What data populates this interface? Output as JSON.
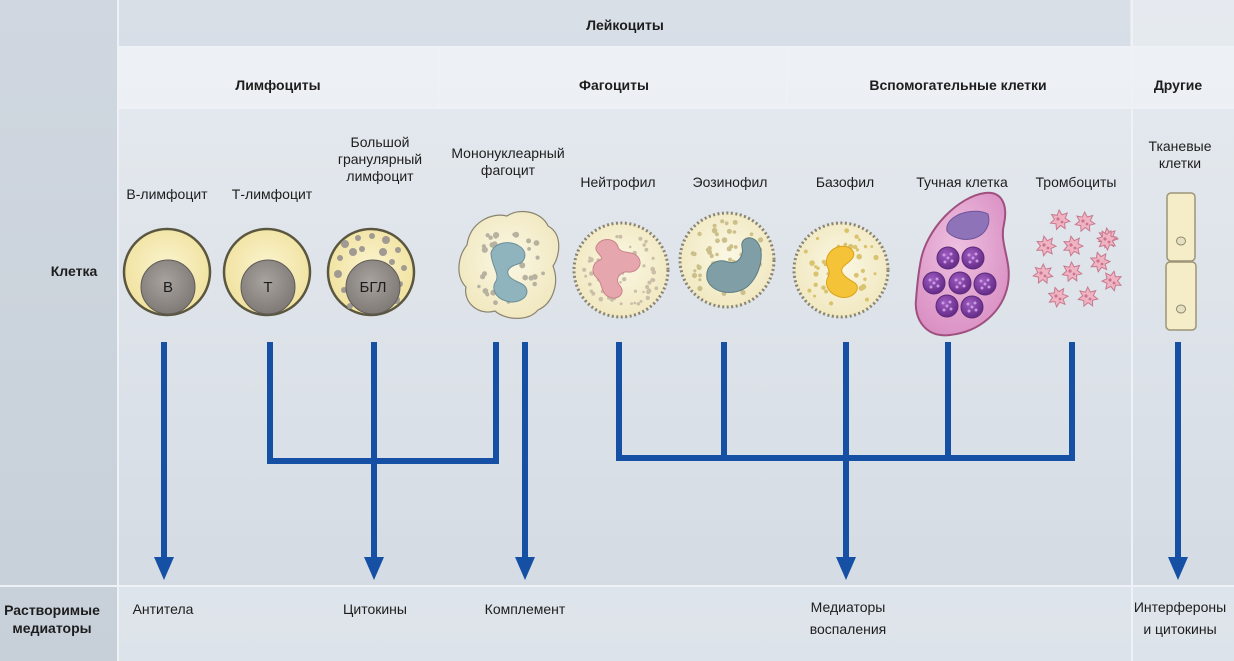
{
  "headers": {
    "top": "Лейкоциты",
    "groups": {
      "lymphocytes": "Лимфоциты",
      "phagocytes": "Фагоциты",
      "auxiliary": "Вспомогательные клетки",
      "other": "Другие"
    }
  },
  "rows": {
    "cell": "Клетка",
    "mediators_line1": "Растворимые",
    "mediators_line2": "медиаторы"
  },
  "cells": {
    "b_lymphocyte": {
      "label": "В-лимфоцит",
      "letter": "В"
    },
    "t_lymphocyte": {
      "label": "Т-лимфоцит",
      "letter": "Т"
    },
    "lgl": {
      "label_line1": "Большой",
      "label_line2": "гранулярный",
      "label_line3": "лимфоцит",
      "letter": "БГЛ"
    },
    "mononuclear": {
      "label_line1": "Мононуклеарный",
      "label_line2": "фагоцит"
    },
    "neutrophil": {
      "label": "Нейтрофил"
    },
    "eosinophil": {
      "label": "Эозинофил"
    },
    "basophil": {
      "label": "Базофил"
    },
    "mast_cell": {
      "label": "Тучная клетка"
    },
    "platelets": {
      "label": "Тромбоциты"
    },
    "tissue_cells": {
      "label_line1": "Тканевые",
      "label_line2": "клетки"
    }
  },
  "mediators": {
    "antibodies": "Антитела",
    "cytokines": "Цитокины",
    "complement": "Комплемент",
    "inflammation_line1": "Медиаторы",
    "inflammation_line2": "воспаления",
    "interferons_line1": "Интерфероны",
    "interferons_line2": "и цитокины"
  },
  "colors": {
    "arrow": "#1650a5",
    "lymph_outer": "#f1e6a8",
    "lymph_nucleus": "#8f8a86",
    "neutrophil_nucleus": "#e6a6ad",
    "mono_nucleus": "#8fb4bd",
    "basophil_nucleus": "#f4c338",
    "mast_cell": "#e2a6d2",
    "mast_granule": "#7f3f9e",
    "platelet": "#f0b3c2"
  }
}
